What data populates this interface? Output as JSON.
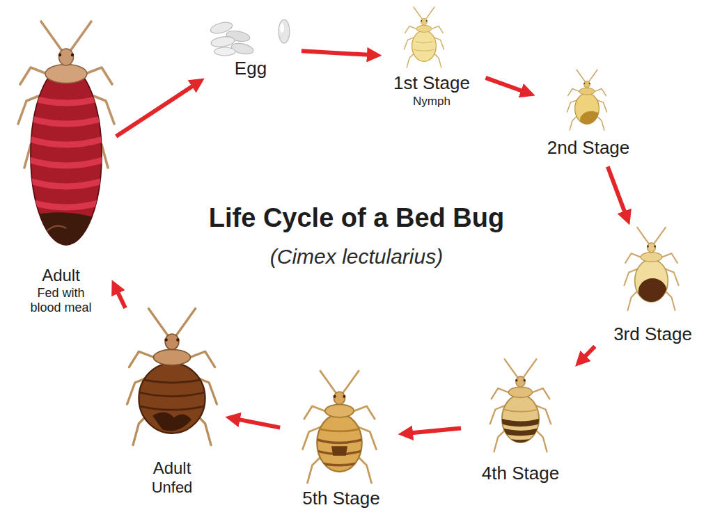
{
  "diagram": {
    "title": "Life Cycle of a Bed Bug",
    "nodes": [
      {
        "text": [
          "Egg"
        ]
      },
      {
        "text": [
          "1st Stage",
          "Nymph"
        ]
      },
      {
        "text": [
          "2nd Stage"
        ]
      },
      {
        "text": [
          "3rd Stage"
        ]
      },
      {
        "text": [
          "4th Stage"
        ]
      },
      {
        "text": [
          "5th Stage"
        ]
      },
      {
        "text": [
          "Adult",
          "Unfed"
        ]
      },
      {
        "text": [
          "Adult",
          "Fed with blood meal"
        ]
      }
    ],
    "edges": [
      {
        "from": 0,
        "to": 1,
        "arrow": "to"
      },
      {
        "from": 1,
        "to": 2,
        "arrow": "to"
      },
      {
        "from": 2,
        "to": 3,
        "arrow": "to"
      },
      {
        "from": 3,
        "to": 4,
        "arrow": "to"
      },
      {
        "from": 4,
        "to": 5,
        "arrow": "to"
      },
      {
        "from": 5,
        "to": 6,
        "arrow": "to"
      },
      {
        "from": 6,
        "to": 7,
        "arrow": "to"
      },
      {
        "from": 7,
        "to": 0,
        "arrow": "to"
      }
    ],
    "labels": [
      "(Cimex lectularius)"
    ]
  }
}
